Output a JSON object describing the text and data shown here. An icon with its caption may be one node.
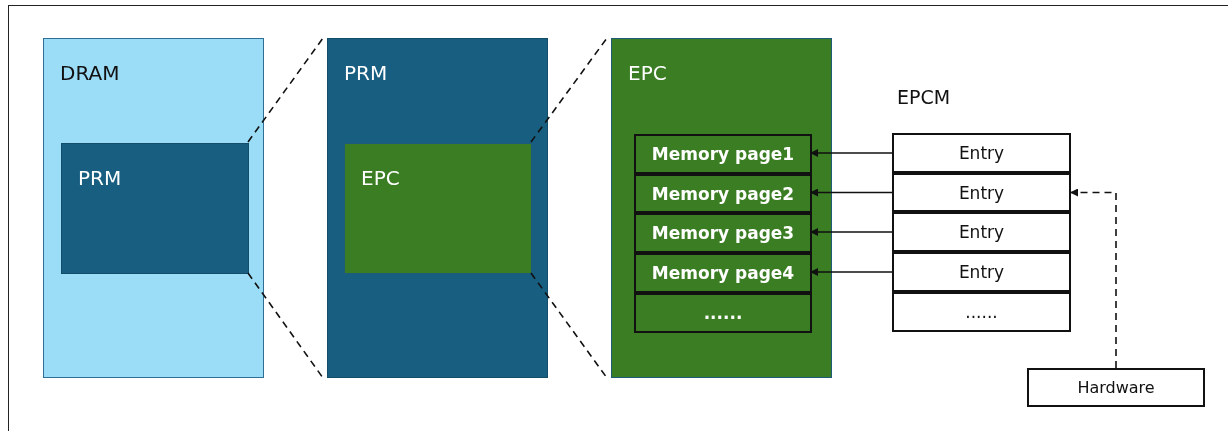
{
  "diagram": {
    "nodes": [
      {
        "text": [
          "DRAM"
        ]
      },
      {
        "text": [
          "PRM"
        ],
        "in": 0
      },
      {
        "text": [
          "PRM"
        ]
      },
      {
        "text": [
          "EPC"
        ],
        "in": 2
      },
      {
        "text": [
          "EPC"
        ]
      },
      {
        "text": [
          "Memory page1"
        ],
        "in": 4
      },
      {
        "text": [
          "Memory page2"
        ],
        "in": 4
      },
      {
        "text": [
          "Memory page3"
        ],
        "in": 4
      },
      {
        "text": [
          "Memory page4"
        ],
        "in": 4
      },
      {
        "text": [
          "......"
        ],
        "in": 4
      },
      {
        "text": [
          "EPCM"
        ]
      },
      {
        "text": [
          "Entry"
        ],
        "in": 10
      },
      {
        "text": [
          "Entry"
        ],
        "in": 10
      },
      {
        "text": [
          "Entry"
        ],
        "in": 10
      },
      {
        "text": [
          "Entry"
        ],
        "in": 10
      },
      {
        "text": [
          "......"
        ],
        "in": 10
      },
      {
        "text": [
          "Hardware"
        ]
      }
    ],
    "edges": [
      {
        "from": 1,
        "to": 2,
        "arrow": "none",
        "style": "dashed"
      },
      {
        "from": 1,
        "to": 2,
        "arrow": "none",
        "style": "dashed"
      },
      {
        "from": 3,
        "to": 4,
        "arrow": "none",
        "style": "dashed"
      },
      {
        "from": 3,
        "to": 4,
        "arrow": "none",
        "style": "dashed"
      },
      {
        "from": 11,
        "to": 5,
        "arrow": "to"
      },
      {
        "from": 12,
        "to": 6,
        "arrow": "to"
      },
      {
        "from": 13,
        "to": 7,
        "arrow": "to"
      },
      {
        "from": 14,
        "to": 8,
        "arrow": "to"
      },
      {
        "from": 16,
        "to": 12,
        "arrow": "to",
        "style": "dashed"
      }
    ]
  }
}
